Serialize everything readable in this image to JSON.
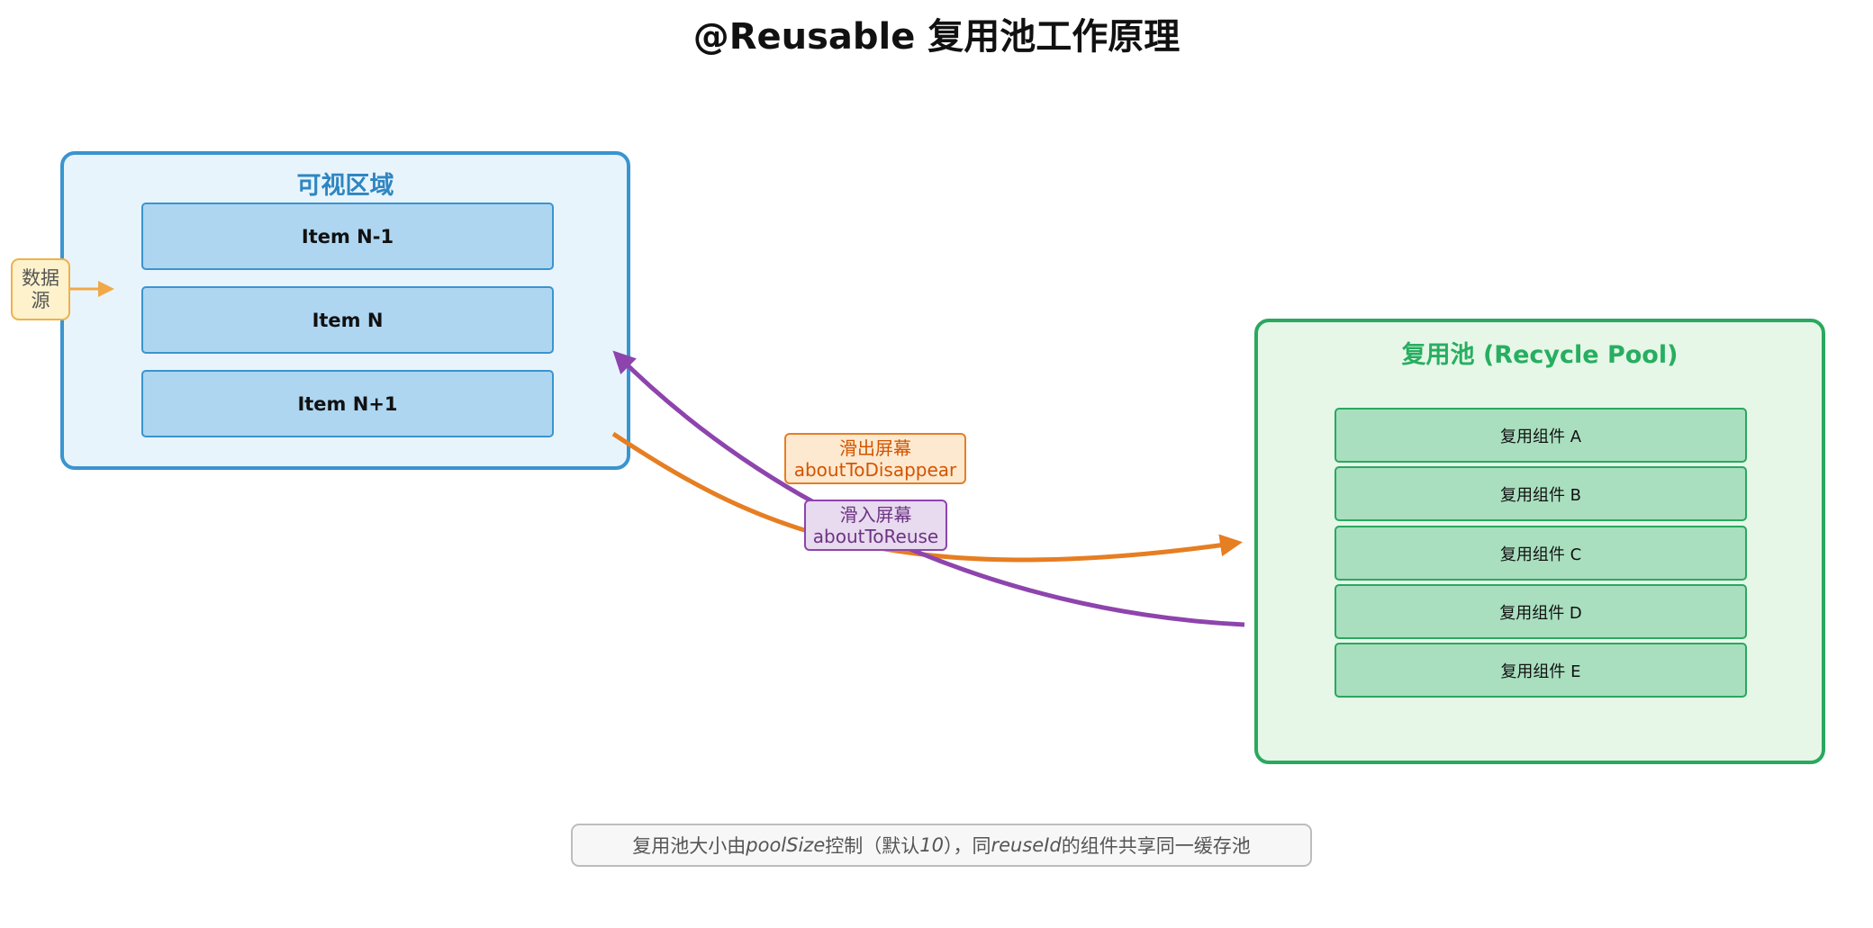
{
  "title": "@Reusable 复用池工作原理",
  "visible_area": {
    "title": "可视区域",
    "items": [
      "Item N-1",
      "Item N",
      "Item N+1"
    ]
  },
  "data_source": {
    "line1": "数据",
    "line2": "源"
  },
  "recycle_pool": {
    "title": "复用池 (Recycle Pool)",
    "components": [
      "复用组件 A",
      "复用组件 B",
      "复用组件 C",
      "复用组件 D",
      "复用组件 E"
    ]
  },
  "transitions": {
    "disappear": {
      "line1": "滑出屏幕",
      "line2": "aboutToDisappear"
    },
    "reuse": {
      "line1": "滑入屏幕",
      "line2": "aboutToReuse"
    }
  },
  "note": {
    "part1": "复用池大小由 ",
    "pool_size_key": "poolSize",
    "part2": " 控制（默认 ",
    "default_value": "10",
    "part3": "），同 ",
    "reuse_id_key": "reuseId",
    "part4": " 的组件共享同一缓存池"
  },
  "colors": {
    "visible_border": "#3a94cf",
    "pool_border": "#2aa85f",
    "disappear_arrow": "#e67e22",
    "reuse_arrow": "#8e44ad",
    "source_arrow": "#f0a848"
  }
}
